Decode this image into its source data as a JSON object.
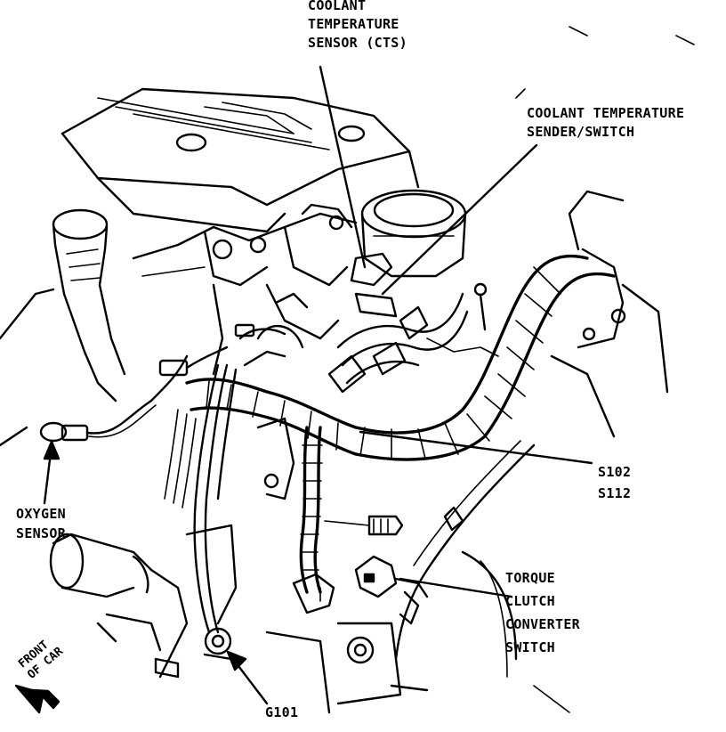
{
  "labels": {
    "cts": "COOLANT\nTEMPERATURE\nSENSOR (CTS)",
    "sender": "COOLANT TEMPERATURE\nSENDER/SWITCH",
    "oxygen": "OXYGEN\nSENSOR",
    "splice": "S102\nS112",
    "tcc": "TORQUE\nCLUTCH\nCONVERTER\nSWITCH",
    "ground": "G101",
    "front": "FRONT\nOF CAR"
  },
  "colors": {
    "ink": "#000000",
    "paper": "#ffffff"
  }
}
